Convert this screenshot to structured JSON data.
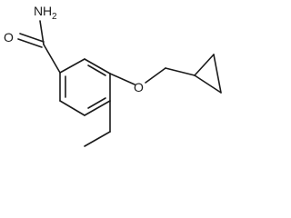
{
  "structure": {
    "labels": {
      "amine_N": "N",
      "amine_H": "H",
      "amine_H_count": "2",
      "carbonyl_O": "O",
      "ether_O": "O"
    }
  }
}
